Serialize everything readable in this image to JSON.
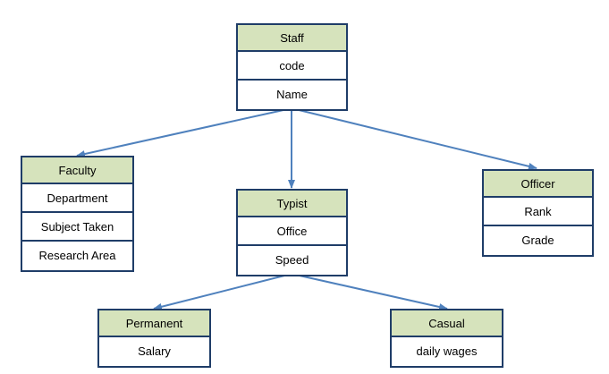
{
  "colors": {
    "header_fill": "#d6e3bc",
    "border": "#1f3d68",
    "arrow": "#4f81bd"
  },
  "classes": {
    "staff": {
      "name": "Staff",
      "attributes": [
        "code",
        "Name"
      ]
    },
    "faculty": {
      "name": "Faculty",
      "attributes": [
        "Department",
        "Subject Taken",
        "Research Area"
      ]
    },
    "typist": {
      "name": "Typist",
      "attributes": [
        "Office",
        "Speed"
      ]
    },
    "officer": {
      "name": "Officer",
      "attributes": [
        "Rank",
        "Grade"
      ]
    },
    "permanent": {
      "name": "Permanent",
      "attributes": [
        "Salary"
      ]
    },
    "casual": {
      "name": "Casual",
      "attributes": [
        "daily wages"
      ]
    }
  },
  "relationships": [
    {
      "from": "staff",
      "to": "faculty"
    },
    {
      "from": "staff",
      "to": "typist"
    },
    {
      "from": "staff",
      "to": "officer"
    },
    {
      "from": "typist",
      "to": "permanent"
    },
    {
      "from": "typist",
      "to": "casual"
    }
  ]
}
